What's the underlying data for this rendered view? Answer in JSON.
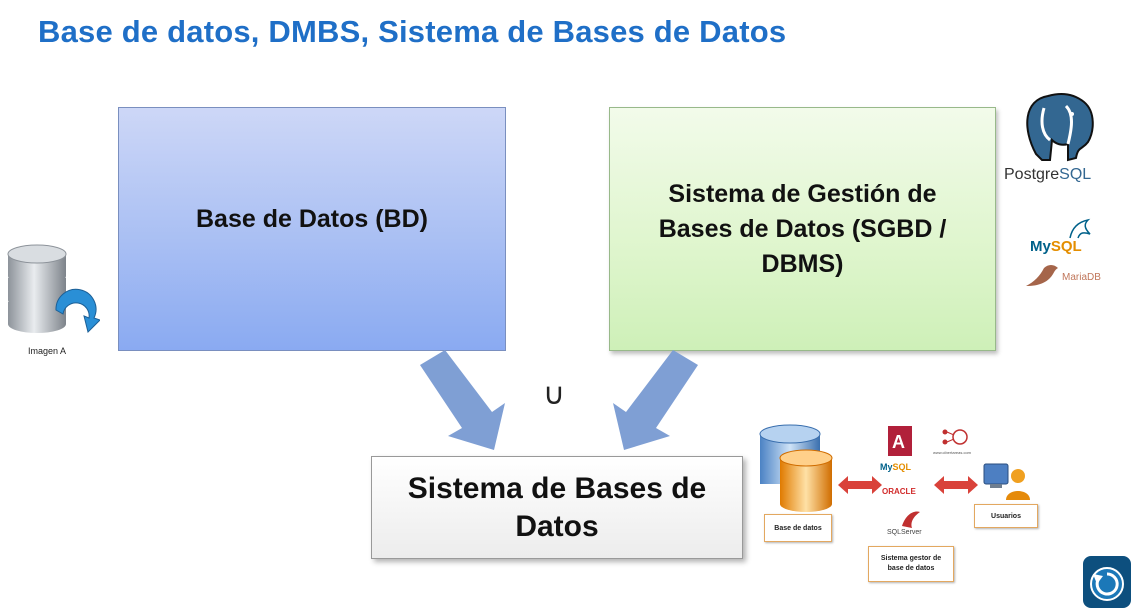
{
  "title": "Base de datos, DMBS, Sistema de Bases de Datos",
  "boxes": {
    "bd": "Base de Datos (BD)",
    "sgbd": "Sistema de Gestión de\nBases de Datos (SGBD  /\nDBMS)",
    "sbd": "Sistema de Bases de\nDatos"
  },
  "union_symbol": "∪",
  "image_a_label": "Imagen A",
  "logos": {
    "postgres_prefix": "Postgre",
    "postgres_suffix": "SQL",
    "mysql_prefix": "My",
    "mysql_suffix": "SQL",
    "mariadb": "MariaDB"
  },
  "mini_schema": {
    "db_label": "Base de datos",
    "users_label": "Usuarios",
    "manager_label": "Sistema gestor de\nbase de datos",
    "mysql_prefix": "My",
    "mysql_suffix": "SQL",
    "oracle": "ORACLE",
    "sqlserver": "SQLServer",
    "url": "www.cibertareas.com"
  },
  "colors": {
    "title": "#1f6fc7",
    "arrow": "#7f9fd4",
    "bd_box": "#a9bff3",
    "sgbd_box": "#def5cc"
  }
}
